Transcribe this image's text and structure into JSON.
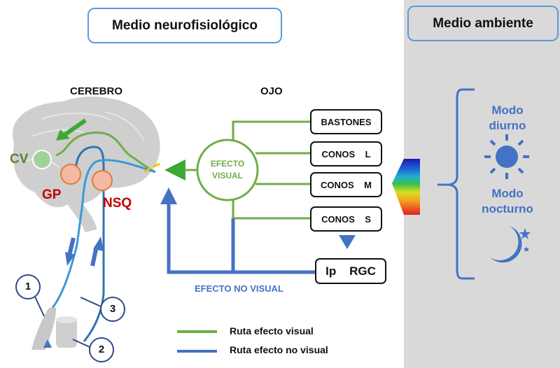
{
  "titles": {
    "neuro": "Medio neurofisiológico",
    "environment": "Medio ambiente"
  },
  "sections": {
    "brain": "CEREBRO",
    "eye": "OJO"
  },
  "brain_regions": {
    "cv": "CV",
    "gp": "GP",
    "nsq": "NSQ"
  },
  "effect_visual": {
    "line1": "EFECTO",
    "line2": "VISUAL"
  },
  "effect_no_visual": "EFECTO NO VISUAL",
  "receptors": [
    {
      "label": "BASTONES"
    },
    {
      "label": "CONOS    L"
    },
    {
      "label": "CONOS    M"
    },
    {
      "label": "CONOS    S"
    }
  ],
  "ipRGC": "Ip    RGC",
  "modes": {
    "day": {
      "line1": "Modo",
      "line2": "diurno",
      "icon": "sun-icon"
    },
    "night": {
      "line1": "Modo",
      "line2": "nocturno",
      "icon": "moon-stars-icon"
    }
  },
  "numbers": [
    "1",
    "2",
    "3"
  ],
  "legend": [
    {
      "label": "Ruta efecto visual",
      "color": "#70ad47"
    },
    {
      "label": "Ruta efecto no visual",
      "color": "#4472c4"
    }
  ],
  "colors": {
    "visual_path": "#70ad47",
    "non_visual_path": "#4472c4",
    "title_border": "#5b9bd5",
    "cv": "#548235",
    "gp_nsq": "#c00000",
    "env_panel": "#d9d9d9"
  }
}
